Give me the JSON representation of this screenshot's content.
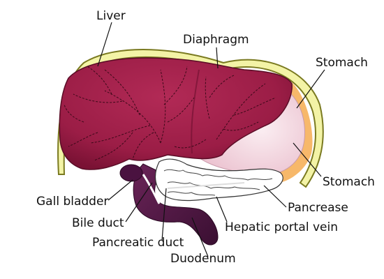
{
  "labels": {
    "liver": "Liver",
    "diaphragm": "Diaphragm",
    "stomach_top": "Stomach",
    "stomach_right": "Stomach",
    "gall_bladder": "Gall bladder",
    "pancreas": "Pancrease",
    "bile_duct": "Bile duct",
    "hepatic_portal_vein": "Hepatic portal vein",
    "pancreatic_duct": "Pancreatic duct",
    "duodenum": "Duodenum"
  },
  "colors": {
    "liver": "#9b1d46",
    "liver_dark": "#7a1234",
    "diaphragm_fill": "#f3f3a6",
    "diaphragm_edge": "#7a7a20",
    "stomach": "#f1d3dd",
    "stomach_orange": "#f7b86a",
    "gall_bladder": "#4a1240",
    "duodenum": "#4d1640",
    "pancreas": "#ffffff"
  }
}
